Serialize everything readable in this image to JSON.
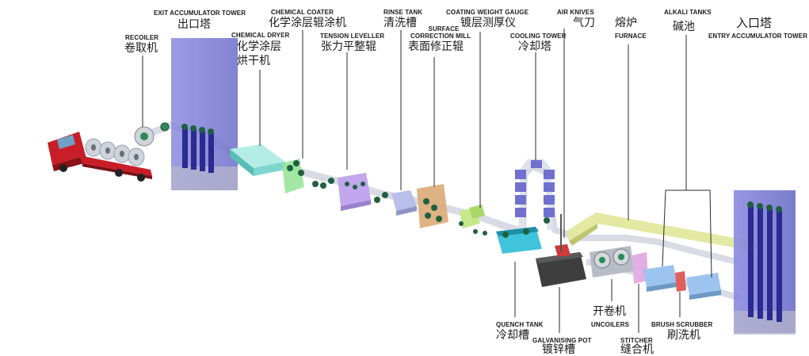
{
  "labels": {
    "recoiler_en": "RECOILER",
    "recoiler_zh": "卷取机",
    "exit_tower_en": "EXIT ACCUMULATOR TOWER",
    "exit_tower_zh": "出口塔",
    "chem_dryer_en": "CHEMICAL DRYER",
    "chem_dryer_zh1": "化学涂层",
    "chem_dryer_zh2": "烘干机",
    "chem_coater_en": "CHEMICAL COATER",
    "chem_coater_zh": "化学涂层辊涂机",
    "tension_en": "TENSION LEVELLER",
    "tension_zh": "张力平整辊",
    "rinse_en": "RINSE TANK",
    "rinse_zh": "清洗槽",
    "surface_en1": "SURFACE",
    "surface_en2": "CORRECTION MILL",
    "surface_zh": "表面修正辊",
    "coating_en": "COATING WEIGHT GAUGE",
    "coating_zh": "镀层测厚仪",
    "cooling_en": "COOLING TOWER",
    "cooling_zh": "冷却塔",
    "air_en": "AIR KNIVES",
    "air_zh": "气刀",
    "furnace_zh": "熔炉",
    "furnace_en": "FURNACE",
    "alkali_en": "ALKALI TANKS",
    "alkali_zh": "碱池",
    "entry_zh": "入口塔",
    "entry_en": "ENTRY ACCUMULATOR TOWER",
    "quench_en": "QUENCH TANK",
    "quench_zh": "冷却槽",
    "galv_en": "GALVANISING POT",
    "galv_zh": "镀锌槽",
    "uncoiler_zh": "开卷机",
    "uncoiler_en": "UNCOILERS",
    "stitcher_en": "STITCHER",
    "stitcher_zh": "缝合机",
    "brush_en": "BRUSH SCRUBBER",
    "brush_zh": "刷洗机"
  },
  "colors": {
    "tower": "#7a7ad6",
    "tower_dark": "#3a3aa8",
    "strip": "#dfe2ea",
    "truck": "#d2202a",
    "teal": "#7ed6cf",
    "green": "#8fe08a",
    "violet": "#b79ae6",
    "blue_tank": "#9cc4ee",
    "orange": "#d9a06c",
    "lime": "#c6e88a",
    "cyan": "#3fc4dc",
    "pot": "#4a4a4a",
    "furnace_tube": "#dfe39a",
    "pink": "#e0a8e0",
    "red": "#e05a5a"
  }
}
